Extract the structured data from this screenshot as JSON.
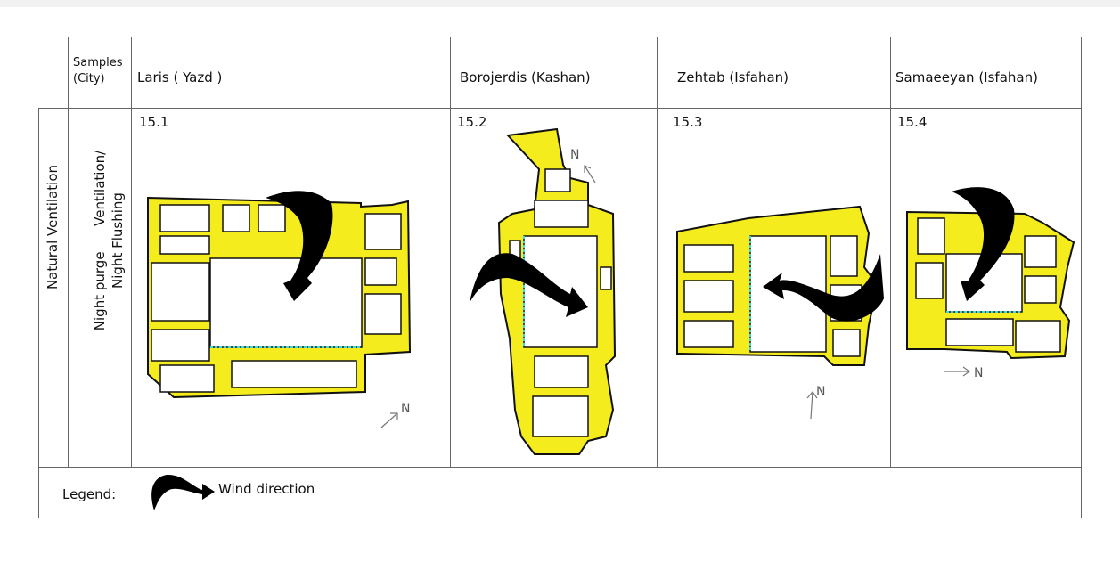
{
  "header": {
    "samples_label_line1": "Samples",
    "samples_label_line2": "(City)",
    "columns": [
      {
        "city": "Laris ( Yazd )",
        "figure": "15.1"
      },
      {
        "city": "Borojerdis (Kashan)",
        "figure": "15.2"
      },
      {
        "city": "Zehtab (Isfahan)",
        "figure": "15.3"
      },
      {
        "city": "Samaeeyan (Isfahan)",
        "figure": "15.4"
      }
    ]
  },
  "row": {
    "category": "Natural Ventilation",
    "sub_line1": "Night purge      Ventilation/",
    "sub_line2": "Night Flushing"
  },
  "north_label": "N",
  "legend": {
    "label": "Legend:",
    "item": "Wind direction"
  },
  "colors": {
    "plan_fill": "#f4ec1c",
    "flow_line": "#3fd8e0",
    "wind": "#000000"
  }
}
